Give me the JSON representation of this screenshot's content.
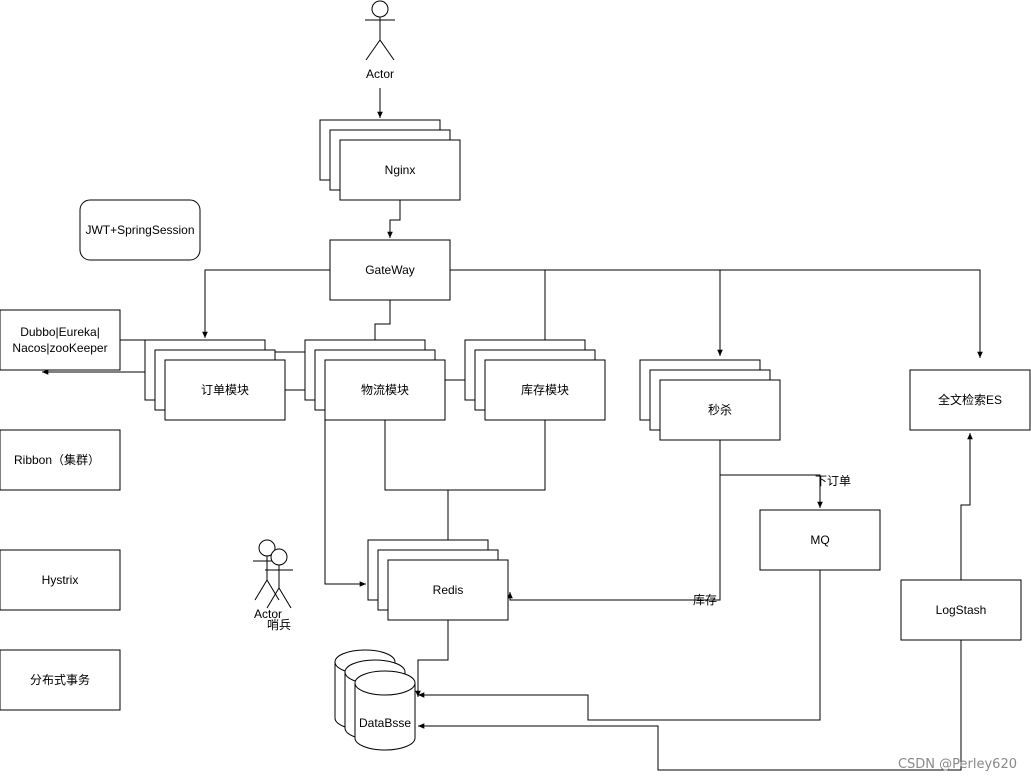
{
  "actors": {
    "top": "Actor",
    "sentinel_actor": "Actor",
    "sentinel_name": "哨兵"
  },
  "nodes": {
    "nginx": "Nginx",
    "gateway": "GateWay",
    "jwt": "JWT+SpringSession",
    "registry_line1": "Dubbo|Eureka|",
    "registry_line2": "Nacos|zooKeeper",
    "ribbon": "Ribbon（集群）",
    "hystrix": "Hystrix",
    "distributed_tx": "分布式事务",
    "order": "订单模块",
    "logistics": "物流模块",
    "inventory": "库存模块",
    "seckill": "秒杀",
    "search": "全文检索ES",
    "mq": "MQ",
    "redis": "Redis",
    "logstash": "LogStash",
    "database": "DataBsse"
  },
  "edge_labels": {
    "place_order": "下订单",
    "stock": "库存"
  },
  "watermark": "CSDN @Perley620"
}
